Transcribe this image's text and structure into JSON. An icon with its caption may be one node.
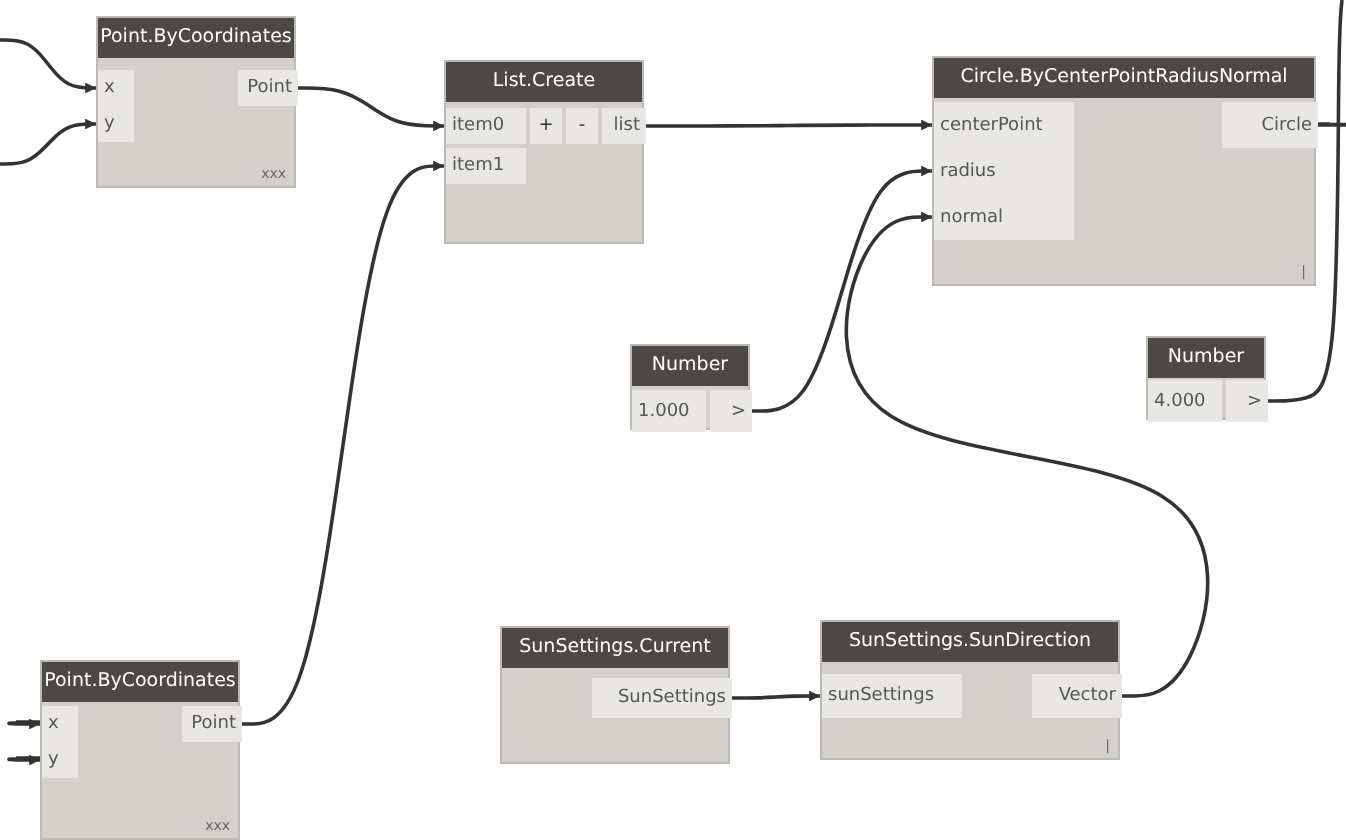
{
  "diagram": {
    "nodes": [
      {
        "text": [
          "Point.ByCoordinates",
          "xxx"
        ]
      },
      {
        "text": [
          "x"
        ],
        "in": 0
      },
      {
        "text": [
          "y"
        ],
        "in": 0
      },
      {
        "text": [
          "Point"
        ],
        "in": 0
      },
      {
        "text": [
          "List.Create"
        ]
      },
      {
        "text": [
          "item0"
        ],
        "in": 4
      },
      {
        "text": [
          "+"
        ],
        "in": 4
      },
      {
        "text": [
          "-"
        ],
        "in": 4
      },
      {
        "text": [
          "list"
        ],
        "in": 4
      },
      {
        "text": [
          "item1"
        ],
        "in": 4
      },
      {
        "text": [
          "Circle.ByCenterPointRadiusNormal",
          "|"
        ]
      },
      {
        "text": [
          "centerPoint"
        ],
        "in": 10
      },
      {
        "text": [
          "radius"
        ],
        "in": 10
      },
      {
        "text": [
          "normal"
        ],
        "in": 10
      },
      {
        "text": [
          "Circle"
        ],
        "in": 10
      },
      {
        "text": [
          "Number"
        ]
      },
      {
        "text": [
          "1.000"
        ],
        "in": 15
      },
      {
        "text": [
          ">"
        ],
        "in": 15
      },
      {
        "text": [
          "Number"
        ]
      },
      {
        "text": [
          "4.000"
        ],
        "in": 18
      },
      {
        "text": [
          ">"
        ],
        "in": 18
      },
      {
        "text": [
          "Point.ByCoordinates",
          "xxx"
        ]
      },
      {
        "text": [
          "x"
        ],
        "in": 21
      },
      {
        "text": [
          "y"
        ],
        "in": 21
      },
      {
        "text": [
          "Point"
        ],
        "in": 21
      },
      {
        "text": [
          "SunSettings.Current"
        ]
      },
      {
        "text": [
          "SunSettings"
        ],
        "in": 25
      },
      {
        "text": [
          "SunSettings.SunDirection",
          "|"
        ]
      },
      {
        "text": [
          "sunSettings"
        ],
        "in": 27
      },
      {
        "text": [
          "Vector"
        ],
        "in": 27
      }
    ],
    "edges": [
      {
        "from": null,
        "to": 1,
        "arrow": "to"
      },
      {
        "from": null,
        "to": 2,
        "arrow": "to"
      },
      {
        "from": 3,
        "to": 5,
        "arrow": "to"
      },
      {
        "from": 24,
        "to": 9,
        "arrow": "to"
      },
      {
        "from": 8,
        "to": 11,
        "arrow": "to"
      },
      {
        "from": 17,
        "to": 12,
        "arrow": "to"
      },
      {
        "from": 29,
        "to": 13,
        "arrow": "to"
      },
      {
        "from": 14,
        "to": null,
        "arrow": "none"
      },
      {
        "from": 20,
        "to": null,
        "arrow": "none"
      },
      {
        "from": 26,
        "to": 28,
        "arrow": "to"
      },
      {
        "from": null,
        "to": 22,
        "arrow": "to"
      },
      {
        "from": null,
        "to": 23,
        "arrow": "to"
      }
    ]
  }
}
